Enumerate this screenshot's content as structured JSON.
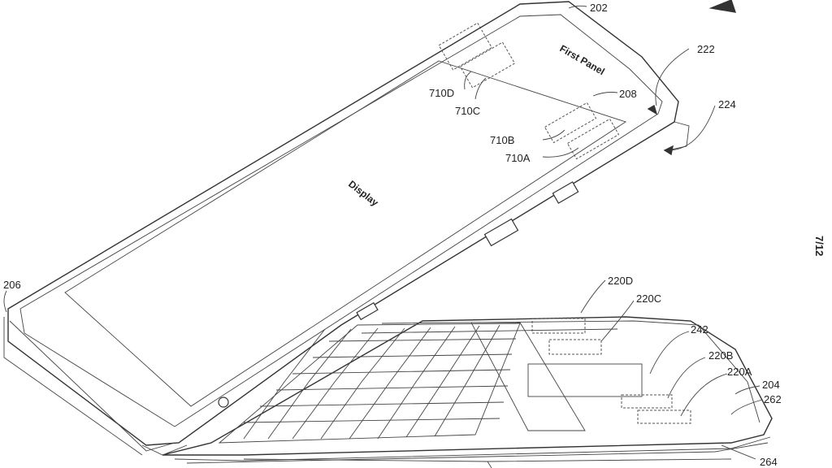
{
  "sheet_number": "7/12",
  "panel_labels": {
    "first_panel": "First Panel",
    "display": "Display"
  },
  "reference_labels": {
    "r202": "202",
    "r222": "222",
    "r224": "224",
    "r208": "208",
    "r710D": "710D",
    "r710C": "710C",
    "r710B": "710B",
    "r710A": "710A",
    "r206": "206",
    "r220D": "220D",
    "r220C": "220C",
    "r242": "242",
    "r220B": "220B",
    "r220A": "220A",
    "r204": "204",
    "r262": "262",
    "r264": "264"
  }
}
